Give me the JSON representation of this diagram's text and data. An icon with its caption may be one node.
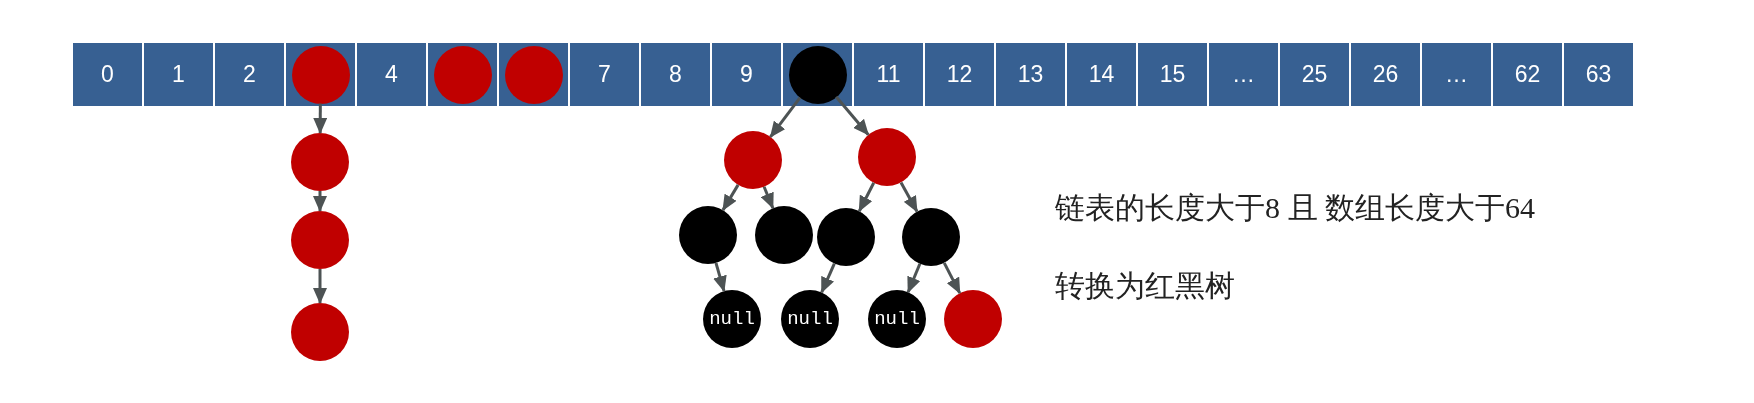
{
  "diagram": {
    "nodes": [
      {
        "text": [
          "0"
        ]
      },
      {
        "text": [
          "1"
        ]
      },
      {
        "text": [
          "2"
        ]
      },
      {
        "text": [],
        "shape": "box"
      },
      {
        "text": [
          "4"
        ]
      },
      {
        "text": [],
        "shape": "box"
      },
      {
        "text": [],
        "shape": "box"
      },
      {
        "text": [
          "7"
        ]
      },
      {
        "text": [
          "8"
        ]
      },
      {
        "text": [
          "9"
        ]
      },
      {
        "text": [],
        "shape": "box"
      },
      {
        "text": [
          "11"
        ]
      },
      {
        "text": [
          "12"
        ]
      },
      {
        "text": [
          "13"
        ]
      },
      {
        "text": [
          "14"
        ]
      },
      {
        "text": [
          "15"
        ]
      },
      {
        "text": [
          "…"
        ]
      },
      {
        "text": [
          "25"
        ]
      },
      {
        "text": [
          "26"
        ]
      },
      {
        "text": [
          "…"
        ]
      },
      {
        "text": [
          "62"
        ]
      },
      {
        "text": [
          "63"
        ]
      },
      {
        "text": [],
        "shape": "circle",
        "in": 3
      },
      {
        "text": [],
        "shape": "circle",
        "in": 5
      },
      {
        "text": [],
        "shape": "circle",
        "in": 6
      },
      {
        "text": [],
        "shape": "circle",
        "in": 10
      },
      {
        "text": [],
        "shape": "circle"
      },
      {
        "text": [],
        "shape": "circle"
      },
      {
        "text": [],
        "shape": "circle"
      },
      {
        "text": [],
        "shape": "circle"
      },
      {
        "text": [],
        "shape": "circle"
      },
      {
        "text": [],
        "shape": "circle"
      },
      {
        "text": [],
        "shape": "circle"
      },
      {
        "text": [],
        "shape": "circle"
      },
      {
        "text": [],
        "shape": "circle"
      },
      {
        "text": [
          "null"
        ]
      },
      {
        "text": [
          "null"
        ]
      },
      {
        "text": [
          "null"
        ]
      },
      {
        "text": [],
        "shape": "circle"
      }
    ],
    "edges": [
      {
        "from": 22,
        "to": 26,
        "arrow": "to"
      },
      {
        "from": 26,
        "to": 27,
        "arrow": "to"
      },
      {
        "from": 27,
        "to": 28,
        "arrow": "to"
      },
      {
        "from": 25,
        "to": 29,
        "arrow": "to"
      },
      {
        "from": 25,
        "to": 30,
        "arrow": "to"
      },
      {
        "from": 29,
        "to": 31,
        "arrow": "to"
      },
      {
        "from": 29,
        "to": 32,
        "arrow": "to"
      },
      {
        "from": 30,
        "to": 33,
        "arrow": "to"
      },
      {
        "from": 30,
        "to": 34,
        "arrow": "to"
      },
      {
        "from": 31,
        "to": 35,
        "arrow": "to"
      },
      {
        "from": 33,
        "to": 36,
        "arrow": "to"
      },
      {
        "from": 34,
        "to": 37,
        "arrow": "to"
      },
      {
        "from": 34,
        "to": 38,
        "arrow": "to"
      }
    ],
    "labels": [
      "链表的长度大于8 且 数组长度大于64",
      "转换为红黑树"
    ]
  }
}
